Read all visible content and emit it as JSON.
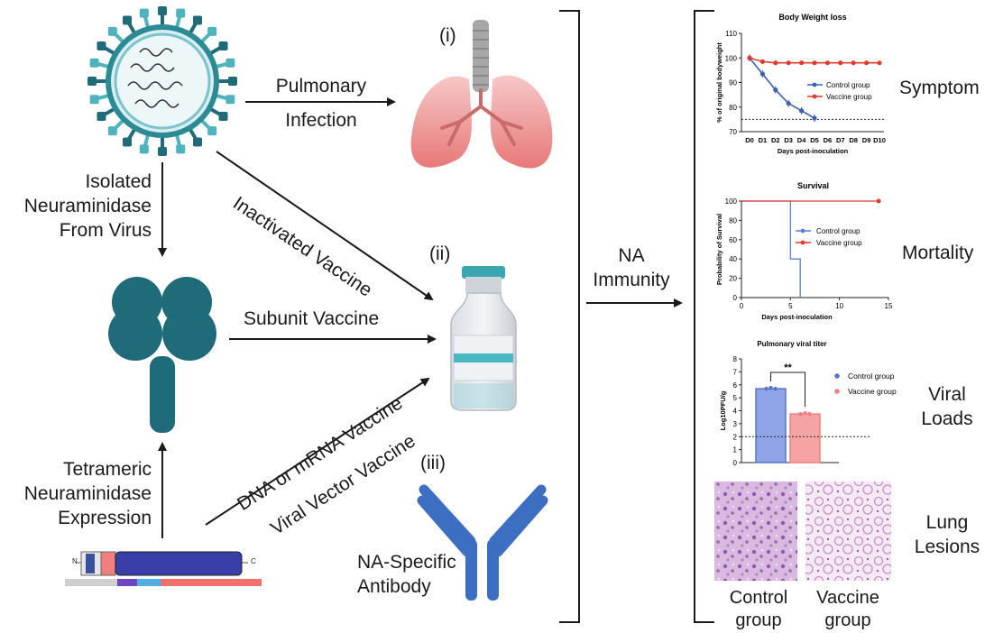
{
  "left": {
    "pulmonary_infection": [
      "Pulmonary",
      "Infection"
    ],
    "isolated": [
      "Isolated",
      "Neuraminidase",
      "From Virus"
    ],
    "inactivated_vaccine": "Inactivated Vaccine",
    "subunit_vaccine": "Subunit Vaccine",
    "dna_mrna_vaccine": "DNA or mRNA Vaccine",
    "viral_vector_vaccine": "Viral Vector Vaccine",
    "tetrameric": [
      "Tetrameric",
      "Neuraminidase",
      "Expression"
    ],
    "antibody": [
      "NA-Specific",
      "Antibody"
    ],
    "roman_i": "(i)",
    "roman_ii": "(ii)",
    "roman_iii": "(iii)",
    "gene_n": "N",
    "gene_c": "C"
  },
  "center": {
    "na_immunity": [
      "NA",
      "Immunity"
    ]
  },
  "right": {
    "symptom": "Symptom",
    "mortality": "Mortality",
    "viral_loads": [
      "Viral",
      "Loads"
    ],
    "lung_lesions": [
      "Lung",
      "Lesions"
    ],
    "control_group_label": [
      "Control",
      "group"
    ],
    "vaccine_group_label": [
      "Vaccine",
      "group"
    ]
  },
  "chart_data": [
    {
      "type": "line",
      "title": "Body Weight loss",
      "xlabel": "Days post-inoculation",
      "ylabel": "% of original bodyweight",
      "categories": [
        "D0",
        "D1",
        "D2",
        "D3",
        "D4",
        "D5",
        "D6",
        "D7",
        "D8",
        "D9",
        "D10"
      ],
      "ylim": [
        70,
        110
      ],
      "yticks": [
        70,
        80,
        90,
        100,
        110
      ],
      "reference_line": 75,
      "legend_position": "right",
      "series": [
        {
          "name": "Control group",
          "color": "#3f5fb0",
          "values": [
            100,
            93.5,
            87,
            81.5,
            78.5,
            75.5,
            null,
            null,
            null,
            null,
            null
          ]
        },
        {
          "name": "Vaccine group",
          "color": "#e03b2e",
          "values": [
            100,
            98.5,
            98,
            98,
            98,
            98,
            98,
            98,
            98,
            98,
            98
          ]
        }
      ]
    },
    {
      "type": "line",
      "title": "Survival",
      "xlabel": "Days post-inoculation",
      "ylabel": "Probability of Survival",
      "xlim": [
        0,
        15
      ],
      "xticks": [
        0,
        5,
        10,
        15
      ],
      "ylim": [
        0,
        100
      ],
      "yticks": [
        0,
        20,
        40,
        60,
        80,
        100
      ],
      "legend_position": "right",
      "series": [
        {
          "name": "Control group",
          "color": "#5b7fd8",
          "x": [
            0,
            5,
            5,
            6,
            6
          ],
          "values": [
            100,
            100,
            40,
            40,
            0
          ]
        },
        {
          "name": "Vaccine group",
          "color": "#e03b2e",
          "x": [
            0,
            14
          ],
          "values": [
            100,
            100
          ]
        }
      ]
    },
    {
      "type": "bar",
      "title": "Pulmonary viral titer",
      "ylabel": "Log10PFU/g",
      "ylim": [
        0,
        8
      ],
      "yticks": [
        0,
        1,
        2,
        3,
        4,
        5,
        6,
        7,
        8
      ],
      "reference_line": 2,
      "significance": "**",
      "legend_position": "right",
      "series": [
        {
          "name": "Control group",
          "color": "#5b75c9",
          "values": [
            5.7
          ]
        },
        {
          "name": "Vaccine group",
          "color": "#f08080",
          "values": [
            3.75
          ]
        }
      ]
    }
  ]
}
